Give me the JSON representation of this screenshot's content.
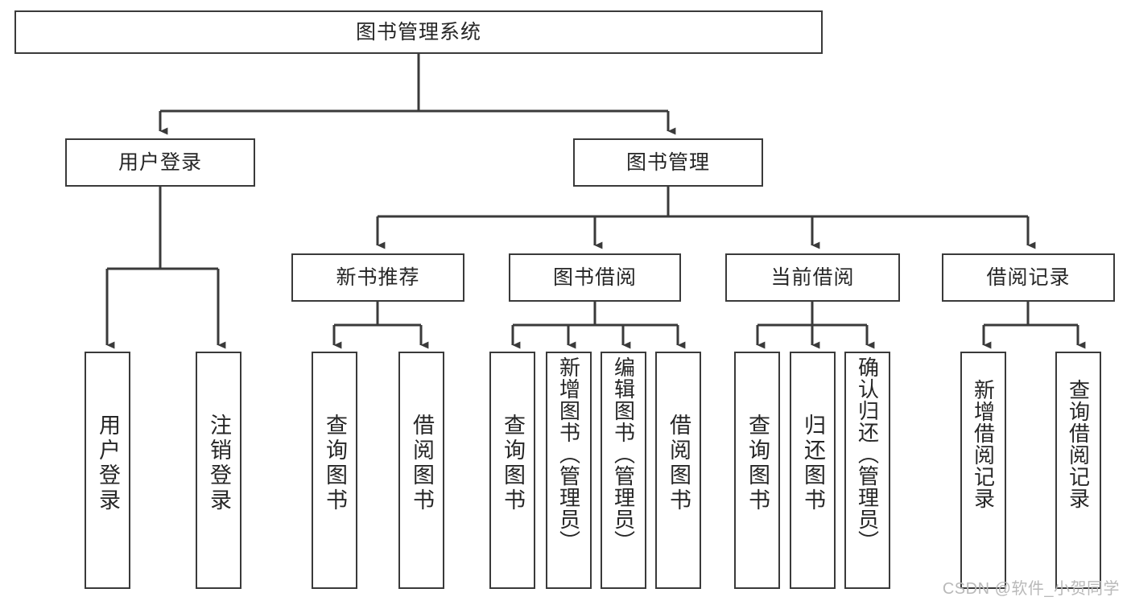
{
  "diagram": {
    "type": "tree-hierarchy-flowchart",
    "title": "图书管理系统",
    "watermark": "CSDN @软件_小贺同学",
    "colors": {
      "box_stroke": "#3a3a3a",
      "box_fill": "#ffffff",
      "connector": "#3a3a3a",
      "text": "#262626",
      "watermark": "#b9b9b9",
      "background": "#ffffff"
    },
    "nodes": {
      "root": {
        "label": "图书管理系统"
      },
      "level2": [
        {
          "id": "user-login",
          "label": "用户登录"
        },
        {
          "id": "book-manage",
          "label": "图书管理"
        }
      ],
      "level3": [
        {
          "id": "new-book-recommend",
          "label": "新书推荐"
        },
        {
          "id": "book-borrow",
          "label": "图书借阅"
        },
        {
          "id": "current-borrow",
          "label": "当前借阅"
        },
        {
          "id": "borrow-record",
          "label": "借阅记录"
        }
      ],
      "leaves": {
        "user-login": [
          {
            "id": "leaf-user-login",
            "label": "用户登录"
          },
          {
            "id": "leaf-logout-login",
            "label": "注销登录"
          }
        ],
        "new-book-recommend": [
          {
            "id": "leaf-query-book-1",
            "label": "查询图书"
          },
          {
            "id": "leaf-borrow-book-1",
            "label": "借阅图书"
          }
        ],
        "book-borrow": [
          {
            "id": "leaf-query-book-2",
            "label": "查询图书"
          },
          {
            "id": "leaf-add-book",
            "label": "新增图书（管理员）"
          },
          {
            "id": "leaf-edit-book",
            "label": "编辑图书（管理员）"
          },
          {
            "id": "leaf-borrow-book-2",
            "label": "借阅图书"
          }
        ],
        "current-borrow": [
          {
            "id": "leaf-query-book-3",
            "label": "查询图书"
          },
          {
            "id": "leaf-return-book",
            "label": "归还图书"
          },
          {
            "id": "leaf-confirm-return",
            "label": "确认归还（管理员）"
          }
        ],
        "borrow-record": [
          {
            "id": "leaf-add-record",
            "label": "新增借阅记录"
          },
          {
            "id": "leaf-query-record",
            "label": "查询借阅记录"
          }
        ]
      }
    }
  }
}
